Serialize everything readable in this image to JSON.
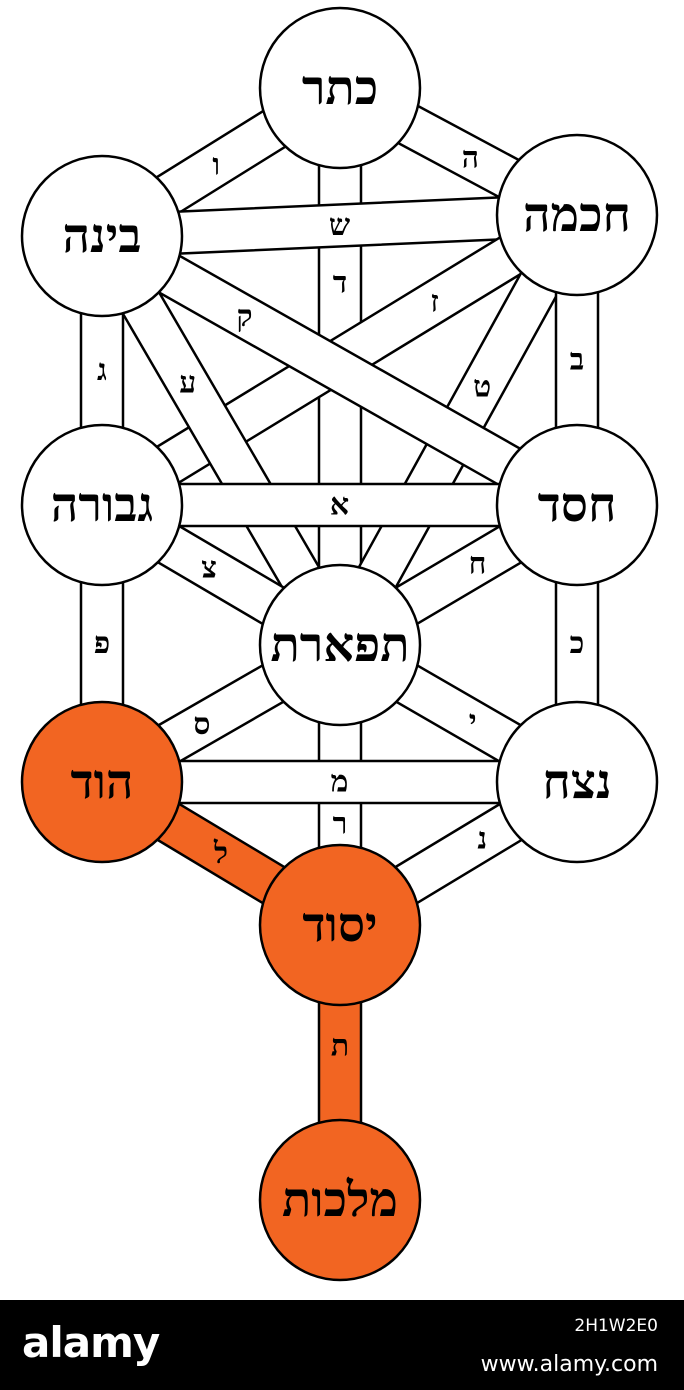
{
  "diagram": {
    "colors": {
      "background": "#ffffff",
      "outline": "#000000",
      "node_fill": "#ffffff",
      "highlight_fill": "#f26522"
    },
    "nodes": [
      {
        "id": "keter",
        "label": "כתר",
        "highlighted": false
      },
      {
        "id": "chokhmah",
        "label": "חכמה",
        "highlighted": false
      },
      {
        "id": "binah",
        "label": "בינה",
        "highlighted": false
      },
      {
        "id": "chesed",
        "label": "חסד",
        "highlighted": false
      },
      {
        "id": "gevurah",
        "label": "גבורה",
        "highlighted": false
      },
      {
        "id": "tiferet",
        "label": "תפארת",
        "highlighted": false
      },
      {
        "id": "netzach",
        "label": "נצח",
        "highlighted": false
      },
      {
        "id": "hod",
        "label": "הוד",
        "highlighted": true
      },
      {
        "id": "yesod",
        "label": "יסוד",
        "highlighted": true
      },
      {
        "id": "malkhut",
        "label": "מלכות",
        "highlighted": true
      }
    ],
    "paths": [
      {
        "from": "keter",
        "to": "chokhmah",
        "letter": "ה",
        "highlighted": false
      },
      {
        "from": "keter",
        "to": "binah",
        "letter": "ו",
        "highlighted": false
      },
      {
        "from": "keter",
        "to": "tiferet",
        "letter": "ד",
        "highlighted": false
      },
      {
        "from": "chokhmah",
        "to": "binah",
        "letter": "ש",
        "highlighted": false
      },
      {
        "from": "chokhmah",
        "to": "gevurah",
        "letter": "ז",
        "highlighted": false
      },
      {
        "from": "chokhmah",
        "to": "tiferet",
        "letter": "ט",
        "highlighted": false
      },
      {
        "from": "chokhmah",
        "to": "chesed",
        "letter": "ב",
        "highlighted": false
      },
      {
        "from": "binah",
        "to": "chesed",
        "letter": "ק",
        "highlighted": false
      },
      {
        "from": "binah",
        "to": "tiferet",
        "letter": "ע",
        "highlighted": false
      },
      {
        "from": "binah",
        "to": "gevurah",
        "letter": "ג",
        "highlighted": false
      },
      {
        "from": "chesed",
        "to": "gevurah",
        "letter": "א",
        "highlighted": false
      },
      {
        "from": "chesed",
        "to": "tiferet",
        "letter": "ח",
        "highlighted": false
      },
      {
        "from": "chesed",
        "to": "netzach",
        "letter": "כ",
        "highlighted": false
      },
      {
        "from": "gevurah",
        "to": "tiferet",
        "letter": "צ",
        "highlighted": false
      },
      {
        "from": "gevurah",
        "to": "hod",
        "letter": "פ",
        "highlighted": false
      },
      {
        "from": "tiferet",
        "to": "netzach",
        "letter": "י",
        "highlighted": false
      },
      {
        "from": "tiferet",
        "to": "hod",
        "letter": "ס",
        "highlighted": false
      },
      {
        "from": "tiferet",
        "to": "yesod",
        "letter": "ר",
        "highlighted": false
      },
      {
        "from": "netzach",
        "to": "hod",
        "letter": "מ",
        "highlighted": false
      },
      {
        "from": "netzach",
        "to": "yesod",
        "letter": "נ",
        "highlighted": false
      },
      {
        "from": "hod",
        "to": "yesod",
        "letter": "ל",
        "highlighted": true
      },
      {
        "from": "yesod",
        "to": "malkhut",
        "letter": "ת",
        "highlighted": true
      }
    ]
  },
  "watermark": {
    "brand": "alamy",
    "image_code": "2H1W2E0",
    "url": "www.alamy.com",
    "background": "#000000",
    "text_color": "#ffffff"
  }
}
